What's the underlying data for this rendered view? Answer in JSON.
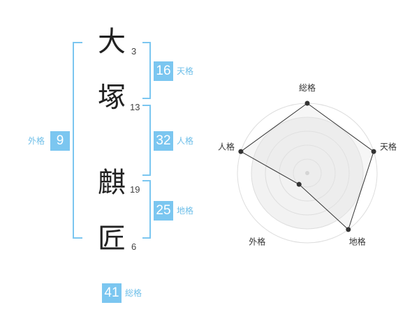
{
  "name": {
    "chars": [
      {
        "char": "大",
        "strokes": "3"
      },
      {
        "char": "塚",
        "strokes": "13"
      },
      {
        "char": "麒",
        "strokes": "19"
      },
      {
        "char": "匠",
        "strokes": "6"
      }
    ]
  },
  "fortune": {
    "tenkaku": {
      "value": "16",
      "label": "天格"
    },
    "jinkaku": {
      "value": "32",
      "label": "人格"
    },
    "chikaku": {
      "value": "25",
      "label": "地格"
    },
    "gaikaku": {
      "value": "9",
      "label": "外格"
    },
    "soukaku": {
      "value": "41",
      "label": "総格"
    }
  },
  "chart_data": {
    "type": "radar",
    "axes": [
      "総格",
      "天格",
      "地格",
      "外格",
      "人格"
    ],
    "levels": 5,
    "max": 5,
    "values": [
      5,
      5,
      5,
      1,
      5
    ],
    "colors": {
      "fill": "#f2f2f2",
      "line": "#333333",
      "ring": "#dddddd",
      "point": "#333333",
      "center": "#cccccc"
    }
  },
  "colors": {
    "accent": "#7bc6f0",
    "label": "#6fbfe9"
  }
}
